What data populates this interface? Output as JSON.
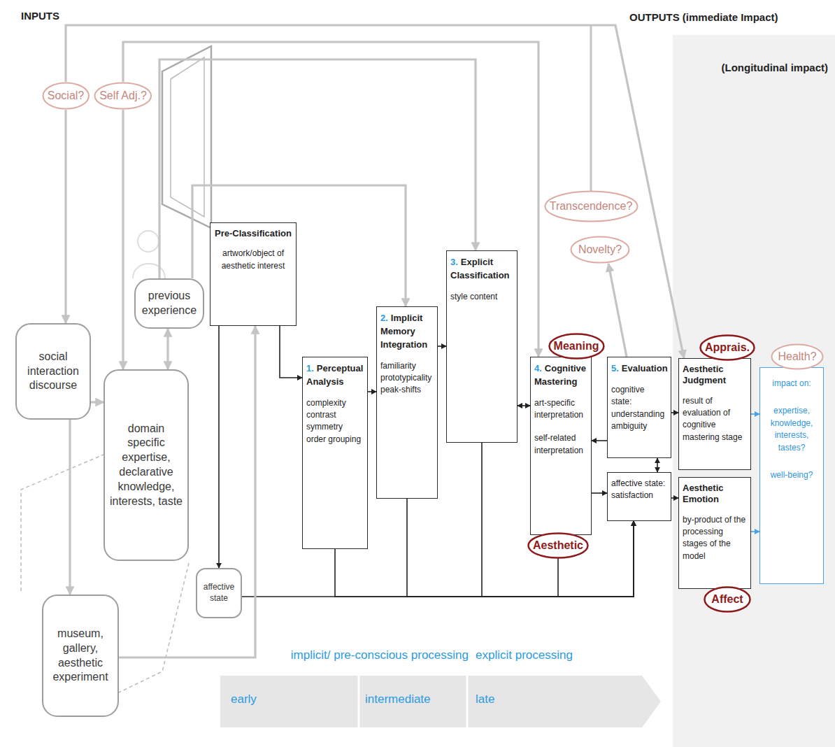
{
  "diagram": {
    "nodes": [
      {
        "text": [
          "Social?"
        ]
      },
      {
        "text": [
          "Self Adj.?"
        ]
      },
      {
        "text": [
          "social interaction discourse"
        ]
      },
      {
        "text": [
          "previous experience"
        ]
      },
      {
        "text": [
          "domain specific expertise, declarative knowledge, interests, taste"
        ]
      },
      {
        "text": [
          "museum, gallery, aesthetic experiment"
        ]
      },
      {
        "text": [
          "affective state"
        ]
      },
      {
        "text": [
          "Pre-Classification",
          "artwork/object of aesthetic interest"
        ]
      },
      {
        "text": [
          "1.",
          "Perceptual Analysis",
          "complexity contrast symmetry order grouping"
        ]
      },
      {
        "text": [
          "2.",
          "Implicit Memory Integration",
          "familiarity prototypicality peak-shifts"
        ]
      },
      {
        "text": [
          "3.",
          "Explicit Classification",
          "style content"
        ]
      },
      {
        "text": [
          "4.",
          "Cognitive Mastering",
          "art-specific interpretation",
          "self-related interpretation"
        ]
      },
      {
        "text": [
          "5.",
          "Evaluation",
          "cognitive state: understanding ambiguity"
        ]
      },
      {
        "text": [
          "affective state: satisfaction"
        ]
      },
      {
        "text": [
          "Aesthetic Judgment",
          "result of evaluation of cognitive mastering stage"
        ]
      },
      {
        "text": [
          "Aesthetic Emotion",
          "by-product of the processing stages of the model"
        ]
      },
      {
        "text": [
          "impact on:",
          "expertise, knowledge, interests, tastes?",
          "well-being?"
        ]
      },
      {
        "text": [
          "Transcendence?"
        ]
      },
      {
        "text": [
          "Novelty?"
        ]
      },
      {
        "text": [
          "Meaning"
        ]
      },
      {
        "text": [
          "Aesthetic"
        ]
      },
      {
        "text": [
          "Apprais."
        ]
      },
      {
        "text": [
          "Affect"
        ]
      },
      {
        "text": [
          "Health?"
        ]
      }
    ],
    "edges": [
      {
        "from": 2,
        "to": 4,
        "arrow": "to"
      },
      {
        "from": 2,
        "to": 5,
        "arrow": "to"
      },
      {
        "from": 3,
        "to": 4,
        "arrow": "both"
      },
      {
        "from": 7,
        "to": 8,
        "arrow": "to"
      },
      {
        "from": 7,
        "to": 6,
        "arrow": "to"
      },
      {
        "from": 8,
        "to": 9,
        "arrow": "to"
      },
      {
        "from": 9,
        "to": 10,
        "arrow": "to"
      },
      {
        "from": 10,
        "to": 11,
        "arrow": "both"
      },
      {
        "from": 12,
        "to": 11,
        "arrow": "to"
      },
      {
        "from": 11,
        "to": 13,
        "arrow": "to"
      },
      {
        "from": 12,
        "to": 13,
        "arrow": "both"
      },
      {
        "from": 12,
        "to": 14,
        "arrow": "to"
      },
      {
        "from": 13,
        "to": 15,
        "arrow": "to"
      },
      {
        "from": 14,
        "to": 16,
        "arrow": "to"
      },
      {
        "from": 15,
        "to": 16,
        "arrow": "to"
      },
      {
        "from": 6,
        "to": 13,
        "arrow": "to"
      },
      {
        "from": 8,
        "to": 13,
        "arrow": "to"
      },
      {
        "from": 9,
        "to": 13,
        "arrow": "to"
      },
      {
        "from": 10,
        "to": 13,
        "arrow": "to"
      },
      {
        "from": 11,
        "to": 13,
        "arrow": "to"
      },
      {
        "from": 1,
        "to": 4,
        "arrow": "to"
      },
      {
        "from": 1,
        "to": 11,
        "arrow": "to"
      },
      {
        "from": 0,
        "to": 2,
        "arrow": "to"
      },
      {
        "from": 0,
        "to": 14,
        "arrow": "to"
      },
      {
        "from": 3,
        "to": 10,
        "arrow": "to"
      },
      {
        "from": 3,
        "to": 9,
        "arrow": "to"
      },
      {
        "from": 12,
        "to": 18,
        "arrow": "to"
      },
      {
        "from": 5,
        "to": 7,
        "arrow": "to"
      }
    ],
    "labels": [
      "INPUTS",
      "OUTPUTS (immediate Impact)",
      "(Longitudinal impact)",
      "implicit/ pre-conscious processing",
      "explicit processing",
      "early",
      "intermediate",
      "late"
    ]
  }
}
